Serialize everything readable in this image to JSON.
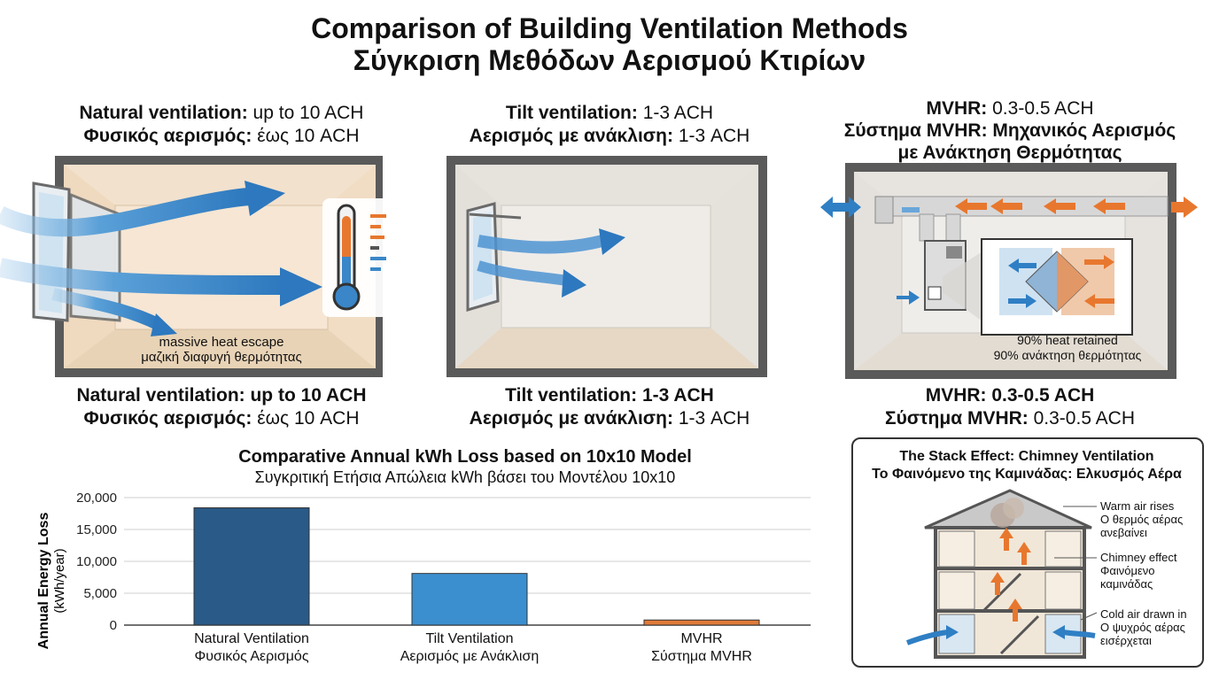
{
  "title": {
    "line1": "Comparison of Building Ventilation Methods",
    "line2": "Σύγκριση Μεθόδων Αερισμού Κτιρίων"
  },
  "panels": {
    "natural": {
      "top_en_bold": "Natural ventilation:",
      "top_en_rest": " up to 10 ACH",
      "top_gr_bold": "Φυσικός αερισμός:",
      "top_gr_rest": " έως 10 ACH",
      "note_en": "massive heat escape",
      "note_gr": "μαζική διαφυγή θερμότητας",
      "bottom_en": "Natural ventilation: up to 10 ACH",
      "bottom_gr_bold": "Φυσικός αερισμός:",
      "bottom_gr_rest": " έως 10 ACH"
    },
    "tilt": {
      "top_en_bold": "Tilt ventilation:",
      "top_en_rest": " 1-3 ACH",
      "top_gr_bold": "Αερισμός με ανάκλιση:",
      "top_gr_rest": " 1-3 ACH",
      "bottom_en": "Tilt ventilation: 1-3 ACH",
      "bottom_gr_bold": "Αερισμός με ανάκλιση:",
      "bottom_gr_rest": " 1-3 ACH"
    },
    "mvhr": {
      "top_en_bold": "MVHR:",
      "top_en_rest": " 0.3-0.5 ACH",
      "top_gr_line1": "Σύστημα MVHR: Μηχανικός Αερισμός",
      "top_gr_line2": "με Ανάκτηση Θερμότητας",
      "note_en": "90% heat retained",
      "note_gr": "90% ανάκτηση θερμότητας",
      "bottom_en": "MVHR: 0.3-0.5 ACH",
      "bottom_gr_bold": "Σύστημα MVHR:",
      "bottom_gr_rest": " 0.3-0.5 ACH"
    }
  },
  "chart_data": {
    "type": "bar",
    "title": "Comparative Annual kWh Loss based on 10x10 Model",
    "subtitle": "Συγκριτική Ετήσια Απώλεια kWh βάσει του Μοντέλου 10x10",
    "ylabel_line1": "Annual Energy Loss",
    "ylabel_line2": "(kWh/year)",
    "ylim": [
      0,
      20000
    ],
    "yticks": [
      "20,000",
      "15,000",
      "10,000",
      "5,000",
      "0"
    ],
    "grid": true,
    "categories": [
      {
        "en": "Natural Ventilation",
        "gr": "Φυσικός Αερισμός"
      },
      {
        "en": "Tilt Ventilation",
        "gr": "Αερισμός με Ανάκλιση"
      },
      {
        "en": "MVHR",
        "gr": "Σύστημα MVHR"
      }
    ],
    "values": [
      18400,
      8100,
      800
    ],
    "colors": [
      "#2a5a87",
      "#3b8fcf",
      "#e07b39"
    ]
  },
  "stack": {
    "title_en": "The Stack Effect: Chimney Ventilation",
    "title_gr": "Το Φαινόμενο της Καμινάδας: Ελκυσμός Αέρα",
    "labels": {
      "warm_en": "Warm air rises",
      "warm_gr1": "Ο θερμός αέρας",
      "warm_gr2": "ανεβαίνει",
      "chim_en": "Chimney effect",
      "chim_gr1": "Φαινόμενο",
      "chim_gr2": "καμινάδας",
      "cold_en": "Cold air drawn in",
      "cold_gr1": "Ο ψυχρός αέρας",
      "cold_gr2": "εισέρχεται"
    }
  },
  "colors": {
    "blue_arrow": "#2f7fc4",
    "orange_arrow": "#e8772e",
    "warm_room": "#f6e2cc",
    "cool_room": "#ece9e4"
  }
}
